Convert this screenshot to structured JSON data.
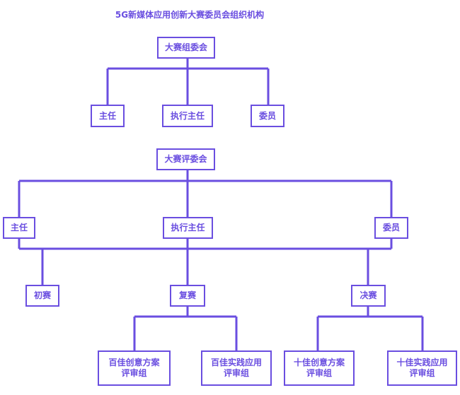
{
  "title": "5G新媒体应用创新大赛委员会组织机构",
  "colors": {
    "line": "#6a4ee0",
    "text": "#6a4ee0",
    "background": "#ffffff"
  },
  "committee": {
    "root": "大赛组委会",
    "members": [
      "主任",
      "执行主任",
      "委员"
    ]
  },
  "jury": {
    "root": "大赛评委会",
    "members": [
      "主任",
      "执行主任",
      "委员"
    ],
    "rounds": [
      "初赛",
      "复赛",
      "决赛"
    ],
    "groups": [
      {
        "line1": "百佳创意方案",
        "line2": "评审组"
      },
      {
        "line1": "百佳实践应用",
        "line2": "评审组"
      },
      {
        "line1": "十佳创意方案",
        "line2": "评审组"
      },
      {
        "line1": "十佳实践应用",
        "line2": "评审组"
      }
    ]
  }
}
